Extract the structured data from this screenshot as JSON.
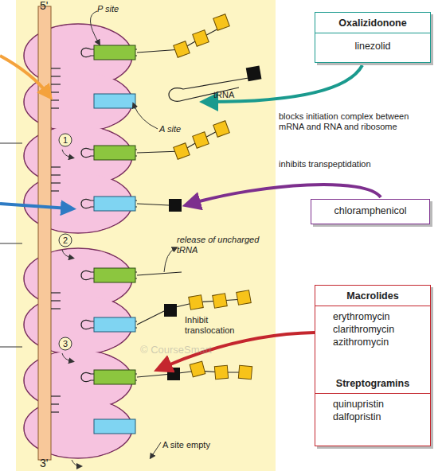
{
  "diagram": {
    "nodes": [
      {
        "text": [
          "Oxalizidonone",
          "linezolid"
        ]
      },
      {
        "text": [
          "chloramphenicol"
        ]
      },
      {
        "text": [
          "Macrolides",
          "erythromycin clarithromycin azithromycin"
        ]
      },
      {
        "text": [
          "Streptogramins",
          "quinupristin dalfopristin"
        ]
      }
    ],
    "labels": [
      "5'",
      "P site",
      "tRNA",
      "A site",
      "1",
      "blocks initiation complex between mRNA and RNA and ribosome",
      "inhibits transpeptidation",
      "2",
      "release of uncharged tRNA",
      "Inhibit translocation",
      "3",
      "© CourseSmart",
      "A site empty",
      "3'"
    ]
  }
}
